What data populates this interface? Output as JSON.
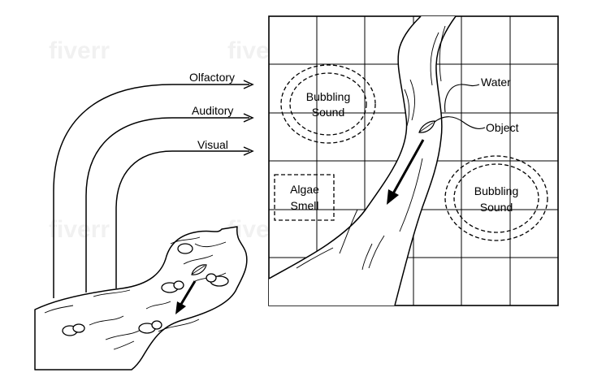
{
  "watermark": "fiverr",
  "sense_arrows": [
    {
      "label": "Olfactory"
    },
    {
      "label": "Auditory"
    },
    {
      "label": "Visual"
    }
  ],
  "callouts": {
    "water": "Water",
    "object": "Object"
  },
  "zones": [
    {
      "kind": "circle",
      "line1": "Bubbling",
      "line2": "Sound"
    },
    {
      "kind": "circle",
      "line1": "Bubbling",
      "line2": "Sound"
    },
    {
      "kind": "box",
      "line1": "Algae",
      "line2": "Smell"
    }
  ],
  "grid": {
    "rows": 6,
    "cols": 6
  },
  "colors": {
    "ink": "#000000",
    "background": "#ffffff"
  }
}
